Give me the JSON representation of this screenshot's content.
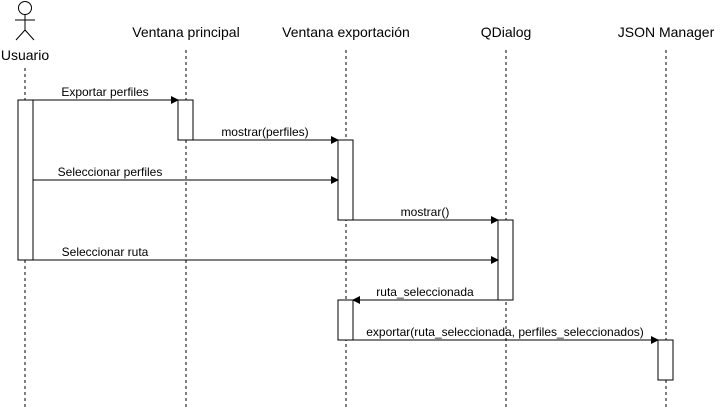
{
  "participants": [
    {
      "id": "usuario",
      "label": "Usuario",
      "kind": "actor"
    },
    {
      "id": "ventana_principal",
      "label": "Ventana principal",
      "kind": "object"
    },
    {
      "id": "ventana_exportacion",
      "label": "Ventana exportación",
      "kind": "object"
    },
    {
      "id": "qdialog",
      "label": "QDialog",
      "kind": "object"
    },
    {
      "id": "json_manager",
      "label": "JSON Manager",
      "kind": "object"
    }
  ],
  "messages": [
    {
      "from": "usuario",
      "to": "ventana_principal",
      "label": "Exportar perfiles",
      "style": "sync"
    },
    {
      "from": "ventana_principal",
      "to": "ventana_exportacion",
      "label": "mostrar(perfiles)",
      "style": "sync"
    },
    {
      "from": "usuario",
      "to": "ventana_exportacion",
      "label": "Seleccionar perfiles",
      "style": "sync"
    },
    {
      "from": "ventana_exportacion",
      "to": "qdialog",
      "label": "mostrar()",
      "style": "sync"
    },
    {
      "from": "usuario",
      "to": "qdialog",
      "label": "Seleccionar ruta",
      "style": "sync"
    },
    {
      "from": "qdialog",
      "to": "ventana_exportacion",
      "label": "ruta_seleccionada",
      "style": "sync"
    },
    {
      "from": "ventana_exportacion",
      "to": "json_manager",
      "label": "exportar(ruta_seleccionada, perfiles_seleccionados)",
      "style": "sync"
    }
  ],
  "colors": {
    "line": "#000000",
    "background": "#ffffff",
    "activation_fill": "#ffffff"
  }
}
